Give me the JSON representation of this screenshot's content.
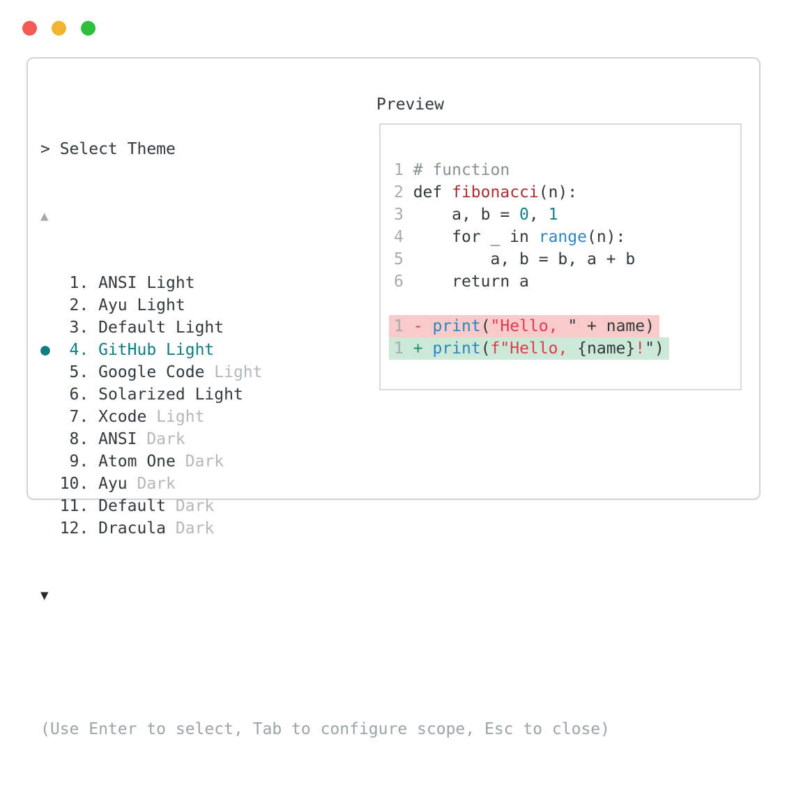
{
  "window": {
    "traffic_lights": [
      {
        "name": "close",
        "color": "#f25a52"
      },
      {
        "name": "minimize",
        "color": "#f2b42f"
      },
      {
        "name": "zoom",
        "color": "#2cc03c"
      }
    ]
  },
  "prompt": "> Select Theme",
  "scroll_up": "▲",
  "scroll_down": "▼",
  "selected_bullet": "●",
  "items": [
    {
      "number": "1",
      "name": "ANSI Light",
      "variant": "",
      "selected": false
    },
    {
      "number": "2",
      "name": "Ayu Light",
      "variant": "",
      "selected": false
    },
    {
      "number": "3",
      "name": "Default Light",
      "variant": "",
      "selected": false
    },
    {
      "number": "4",
      "name": "GitHub Light",
      "variant": "",
      "selected": true
    },
    {
      "number": "5",
      "name": "Google Code",
      "variant": "Light",
      "selected": false
    },
    {
      "number": "6",
      "name": "Solarized Light",
      "variant": "",
      "selected": false
    },
    {
      "number": "7",
      "name": "Xcode",
      "variant": "Light",
      "selected": false
    },
    {
      "number": "8",
      "name": "ANSI",
      "variant": "Dark",
      "selected": false
    },
    {
      "number": "9",
      "name": "Atom One",
      "variant": "Dark",
      "selected": false
    },
    {
      "number": "10",
      "name": "Ayu",
      "variant": "Dark",
      "selected": false
    },
    {
      "number": "11",
      "name": "Default",
      "variant": "Dark",
      "selected": false
    },
    {
      "number": "12",
      "name": "Dracula",
      "variant": "Dark",
      "selected": false
    }
  ],
  "preview": {
    "label": "Preview",
    "lines": [
      {
        "tokens": [
          [
            "ln",
            "1"
          ],
          [
            "t",
            " "
          ],
          [
            "c",
            "# function"
          ]
        ]
      },
      {
        "tokens": [
          [
            "ln",
            "2"
          ],
          [
            "t",
            " def "
          ],
          [
            "def",
            "fibonacci"
          ],
          [
            "t",
            "(n):"
          ]
        ]
      },
      {
        "tokens": [
          [
            "ln",
            "3"
          ],
          [
            "t",
            "     a, b = "
          ],
          [
            "num",
            "0"
          ],
          [
            "t",
            ", "
          ],
          [
            "num",
            "1"
          ]
        ]
      },
      {
        "tokens": [
          [
            "ln",
            "4"
          ],
          [
            "t",
            "     for _ in "
          ],
          [
            "call",
            "range"
          ],
          [
            "t",
            "(n):"
          ]
        ]
      },
      {
        "tokens": [
          [
            "ln",
            "5"
          ],
          [
            "t",
            "         a, b = b, a + b"
          ]
        ]
      },
      {
        "tokens": [
          [
            "ln",
            "6"
          ],
          [
            "t",
            "     return a"
          ]
        ]
      },
      {
        "tokens": []
      },
      {
        "diff": "removed",
        "tokens": [
          [
            "ln",
            "1"
          ],
          [
            "t",
            " "
          ],
          [
            "del",
            "-"
          ],
          [
            "t",
            " "
          ],
          [
            "call",
            "print"
          ],
          [
            "t",
            "("
          ],
          [
            "str",
            "\"Hello, "
          ],
          [
            "t",
            "\" + name)"
          ]
        ]
      },
      {
        "diff": "added",
        "tokens": [
          [
            "ln",
            "1"
          ],
          [
            "t",
            " "
          ],
          [
            "add",
            "+"
          ],
          [
            "t",
            " "
          ],
          [
            "call",
            "print"
          ],
          [
            "t",
            "("
          ],
          [
            "str",
            "f\"Hello, "
          ],
          [
            "t",
            "{name}"
          ],
          [
            "str",
            "!"
          ],
          [
            "t",
            "\")"
          ]
        ]
      }
    ]
  },
  "footer": "(Use Enter to select, Tab to configure scope, Esc to close)",
  "colors": {
    "text": "#33383c",
    "muted": "#a7abae",
    "faint": "#b4b8bb",
    "footer": "#9da3a7",
    "accent": "#0f7d80",
    "comment": "#89928a",
    "defname": "#aa2e32",
    "call": "#2e86c1",
    "number": "#13808a",
    "string": "#e03b52",
    "del_sign": "#d93b50",
    "add_sign": "#1e8b74",
    "del_bg": "#f8caca",
    "add_bg": "#cce8d6",
    "border": "#d3d3d3",
    "preview_border": "#d9d9d9",
    "arrow_up": "#a8a8a8",
    "arrow_down": "#26292c"
  }
}
